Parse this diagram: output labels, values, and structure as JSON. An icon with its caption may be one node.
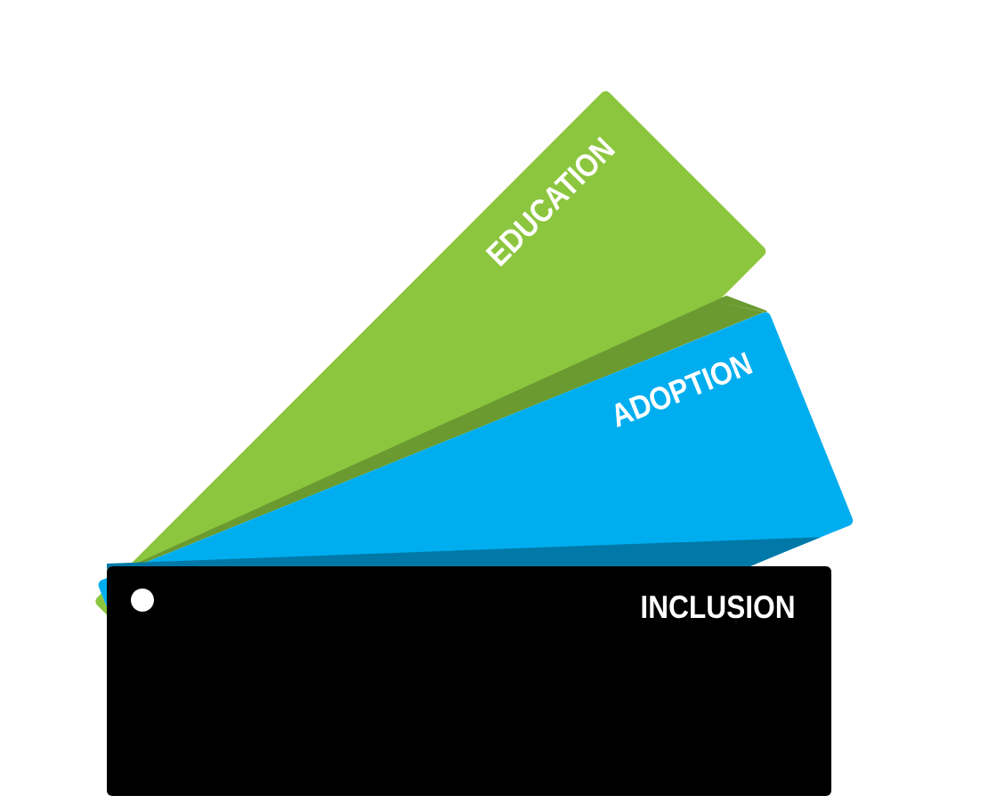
{
  "diagram": {
    "nodes": [
      {
        "text": [
          "EDUCATION"
        ]
      },
      {
        "text": [
          "ADOPTION"
        ]
      },
      {
        "text": [
          "INCLUSION"
        ]
      }
    ]
  }
}
